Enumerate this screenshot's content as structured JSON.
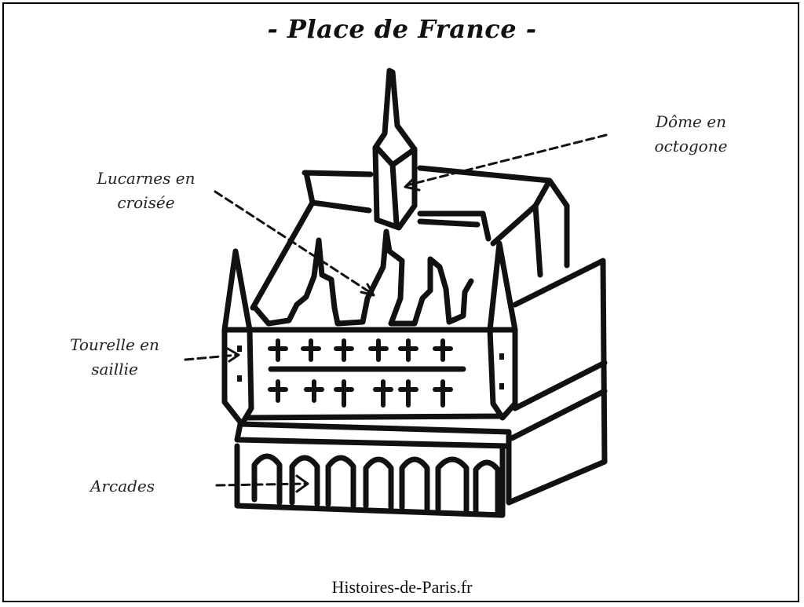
{
  "title": "- Place de France -",
  "labels": {
    "dome": [
      "Dôme en",
      "octogone"
    ],
    "lucarnes": [
      "Lucarnes en",
      "croisée"
    ],
    "tourelle": [
      "Tourelle en",
      "saillie"
    ],
    "arcades": [
      "Arcades"
    ]
  },
  "footer": "Histoires-de-Paris.fr",
  "colors": {
    "ink": "#111111",
    "background": "#ffffff"
  }
}
